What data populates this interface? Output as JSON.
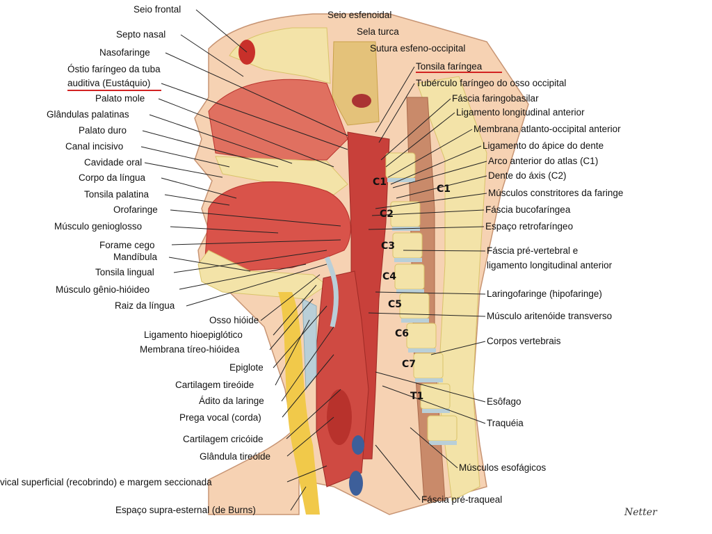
{
  "labels_left": [
    "Seio frontal",
    "Septo nasal",
    "Nasofaringe",
    "Óstio faríngeo da tuba",
    "auditiva (Eustáquio)",
    "Palato mole",
    "Glândulas palatinas",
    "Palato duro",
    "Canal incisivo",
    "Cavidade oral",
    "Corpo da língua",
    "Tonsila palatina",
    "Orofaringe",
    "Músculo genioglosso",
    "Forame cego",
    "Mandíbula",
    "Tonsila lingual",
    "Músculo gênio-hióideo",
    "Raiz da língua",
    "Osso hióide",
    "Ligamento hioepiglótico",
    "Membrana tíreo-hióidea",
    "Epiglote",
    "Cartilagem tireóide",
    "Ádito da laringe",
    "Prega vocal (corda)",
    "Cartilagem cricóide",
    "Glândula tireóide",
    "vical superficial (recobrindo) e margem seccionada",
    "Espaço supra-esternal (de Burns)"
  ],
  "labels_top": [
    "Seio esfenoidal",
    "Sela turca",
    "Sutura esfeno-occipital"
  ],
  "labels_right": [
    "Tonsila faríngea",
    "Tubérculo faríngeo do osso occipital",
    "Fáscia faringobasilar",
    "Ligamento longitudinal anterior",
    "Membrana atlanto-occipital anterior",
    "Ligamento do ápice do dente",
    "Arco anterior do atlas (C1)",
    "Dente do áxis (C2)",
    "Músculos constritores da faringe",
    "Fáscia bucofaríngea",
    "Espaço retrofaríngeo",
    "Fáscia pré-vertebral e",
    "ligamento longitudinal anterior",
    "Laringofaringe (hipofaringe)",
    "Músculo aritenóide transverso",
    "Corpos vertebrais",
    "Esôfago",
    "Traquéia",
    "Músculos esofágicos",
    "Fáscia pré-traqueal"
  ],
  "vertebrae": [
    "C1",
    "C1",
    "C2",
    "C3",
    "C4",
    "C5",
    "C6",
    "C7",
    "T1"
  ],
  "colors": {
    "flesh": "#d9534a",
    "flesh_dark": "#b8322c",
    "flesh_light": "#f2b7a6",
    "bone": "#f3e3a8",
    "bone_edge": "#d9c36a",
    "cartilage": "#b9cfd8",
    "skin": "#f6d2b3",
    "vessel": "#3d5f9a",
    "fat": "#f1c94a",
    "accent_underline": "#d22222"
  },
  "signature": "Netter"
}
